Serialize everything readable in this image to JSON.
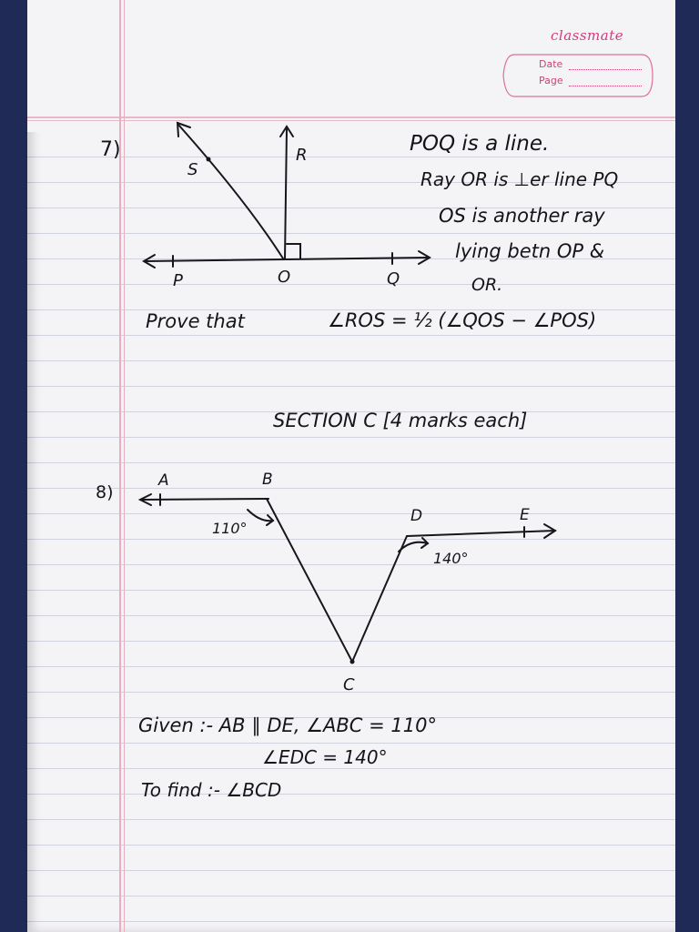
{
  "brand": "classmate",
  "header_fields": {
    "date_label": "Date",
    "page_label": "Page"
  },
  "q7": {
    "number": "7)",
    "labels": {
      "S": "S",
      "R": "R",
      "P": "P",
      "O": "O",
      "Q": "Q"
    },
    "statement": [
      "POQ is a line.",
      "Ray OR is ⊥er line PQ",
      "OS is another ray",
      "lying betn OP &",
      "OR."
    ],
    "prove_label": "Prove that",
    "prove_expr": "∠ROS = ½ (∠QOS − ∠POS)"
  },
  "section": "SECTION C [4 marks each]",
  "q8": {
    "number": "8)",
    "labels": {
      "A": "A",
      "B": "B",
      "C": "C",
      "D": "D",
      "E": "E"
    },
    "angle_B": "110°",
    "angle_D": "140°",
    "given_1": "Given :- AB ∥ DE, ∠ABC = 110°",
    "given_2": "∠EDC = 140°",
    "to_find": "To find :- ∠BCD"
  }
}
